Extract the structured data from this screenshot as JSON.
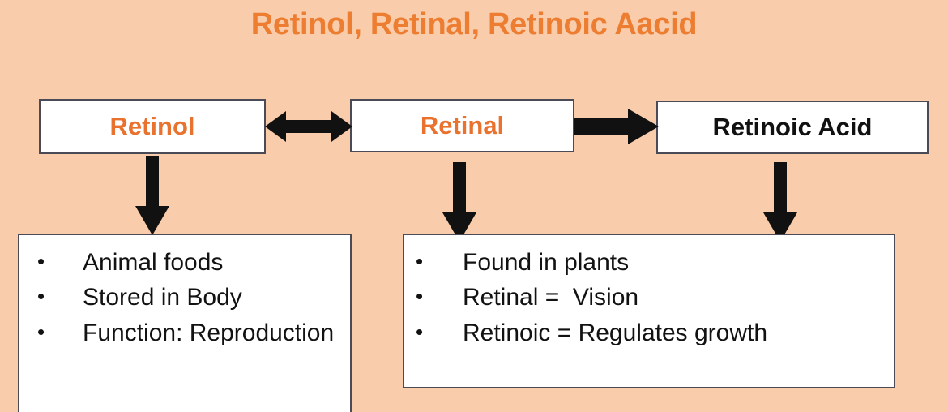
{
  "slide": {
    "title": "Retinol, Retinal, Retinoic Aacid",
    "background_color": "#F9CDAC",
    "accent_color": "#ED7D31",
    "box_border_color": "#4B4B58",
    "box_fill_color": "#FFFFFF",
    "arrow_color": "#111111"
  },
  "chain": {
    "boxes": [
      {
        "label": "Retinol",
        "text_color": "#E8722E"
      },
      {
        "label": "Retinal",
        "text_color": "#E8722E"
      },
      {
        "label": "Retinoic Acid",
        "text_color": "#111111"
      }
    ],
    "connectors": [
      {
        "name": "retinol-retinal",
        "type": "double-headed-arrow",
        "direction": "bidirectional"
      },
      {
        "name": "retinal-retinoic-acid",
        "type": "single-arrow",
        "direction": "right"
      },
      {
        "name": "retinol-down",
        "type": "single-arrow",
        "direction": "down"
      },
      {
        "name": "retinal-down",
        "type": "single-arrow",
        "direction": "down"
      },
      {
        "name": "retinoic-acid-down",
        "type": "single-arrow",
        "direction": "down"
      }
    ]
  },
  "detail_panels": [
    {
      "name": "retinol-details",
      "bullet_glyph": "•",
      "items": [
        "Animal foods",
        "Stored in Body",
        "Function: Reproduction"
      ]
    },
    {
      "name": "retinal-retinoic-details",
      "bullet_glyph": "•",
      "items": [
        "Found in plants",
        "Retinal =  Vision",
        "Retinoic = Regulates growth"
      ]
    }
  ]
}
